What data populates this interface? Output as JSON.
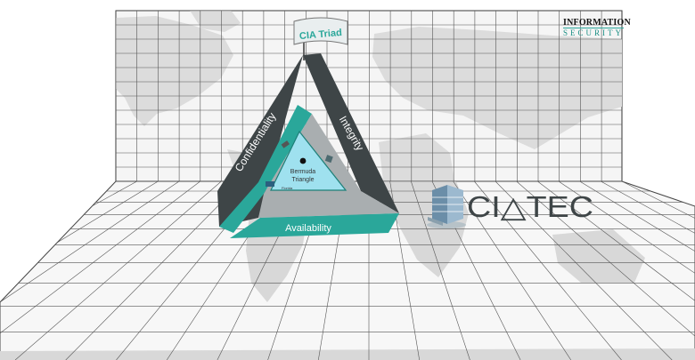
{
  "flag": {
    "label": "CIA Triad"
  },
  "triad": {
    "sides": {
      "left": "Confidentiality",
      "right": "Integrity",
      "bottom": "Availability"
    },
    "center": {
      "line1": "Bermuda",
      "line2": "Triangle"
    },
    "small_label": "Florida"
  },
  "brand": {
    "line1": "INFORMATION",
    "line2": "SECURITY"
  },
  "company": {
    "name": "CI△TEC"
  },
  "colors": {
    "teal": "#2aa79a",
    "dark": "#3e4547",
    "gray": "#a9aeb0",
    "light_blue": "#9fe1ef"
  }
}
